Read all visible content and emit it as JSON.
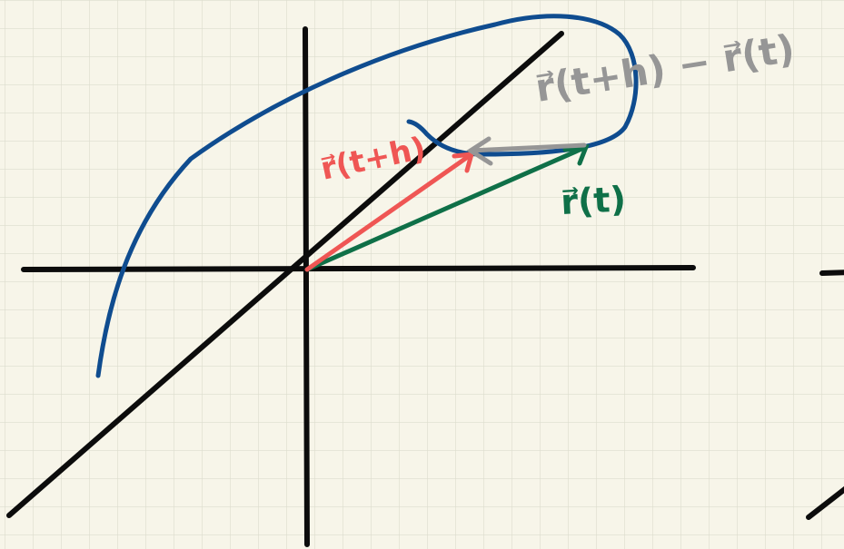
{
  "colors": {
    "background": "#f7f5e9",
    "grid": "#dcdccd",
    "axes": "#0c0c0c",
    "curve": "#0f4c8f",
    "vector_r_t": "#0f7048",
    "vector_r_t_plus_h": "#ef5654",
    "difference_vector": "#969696"
  },
  "labels": {
    "r_t": "r⃗(t)",
    "r_t_plus_h": "r⃗(t+h)",
    "difference": "r⃗(t+h) − r⃗(t)"
  }
}
